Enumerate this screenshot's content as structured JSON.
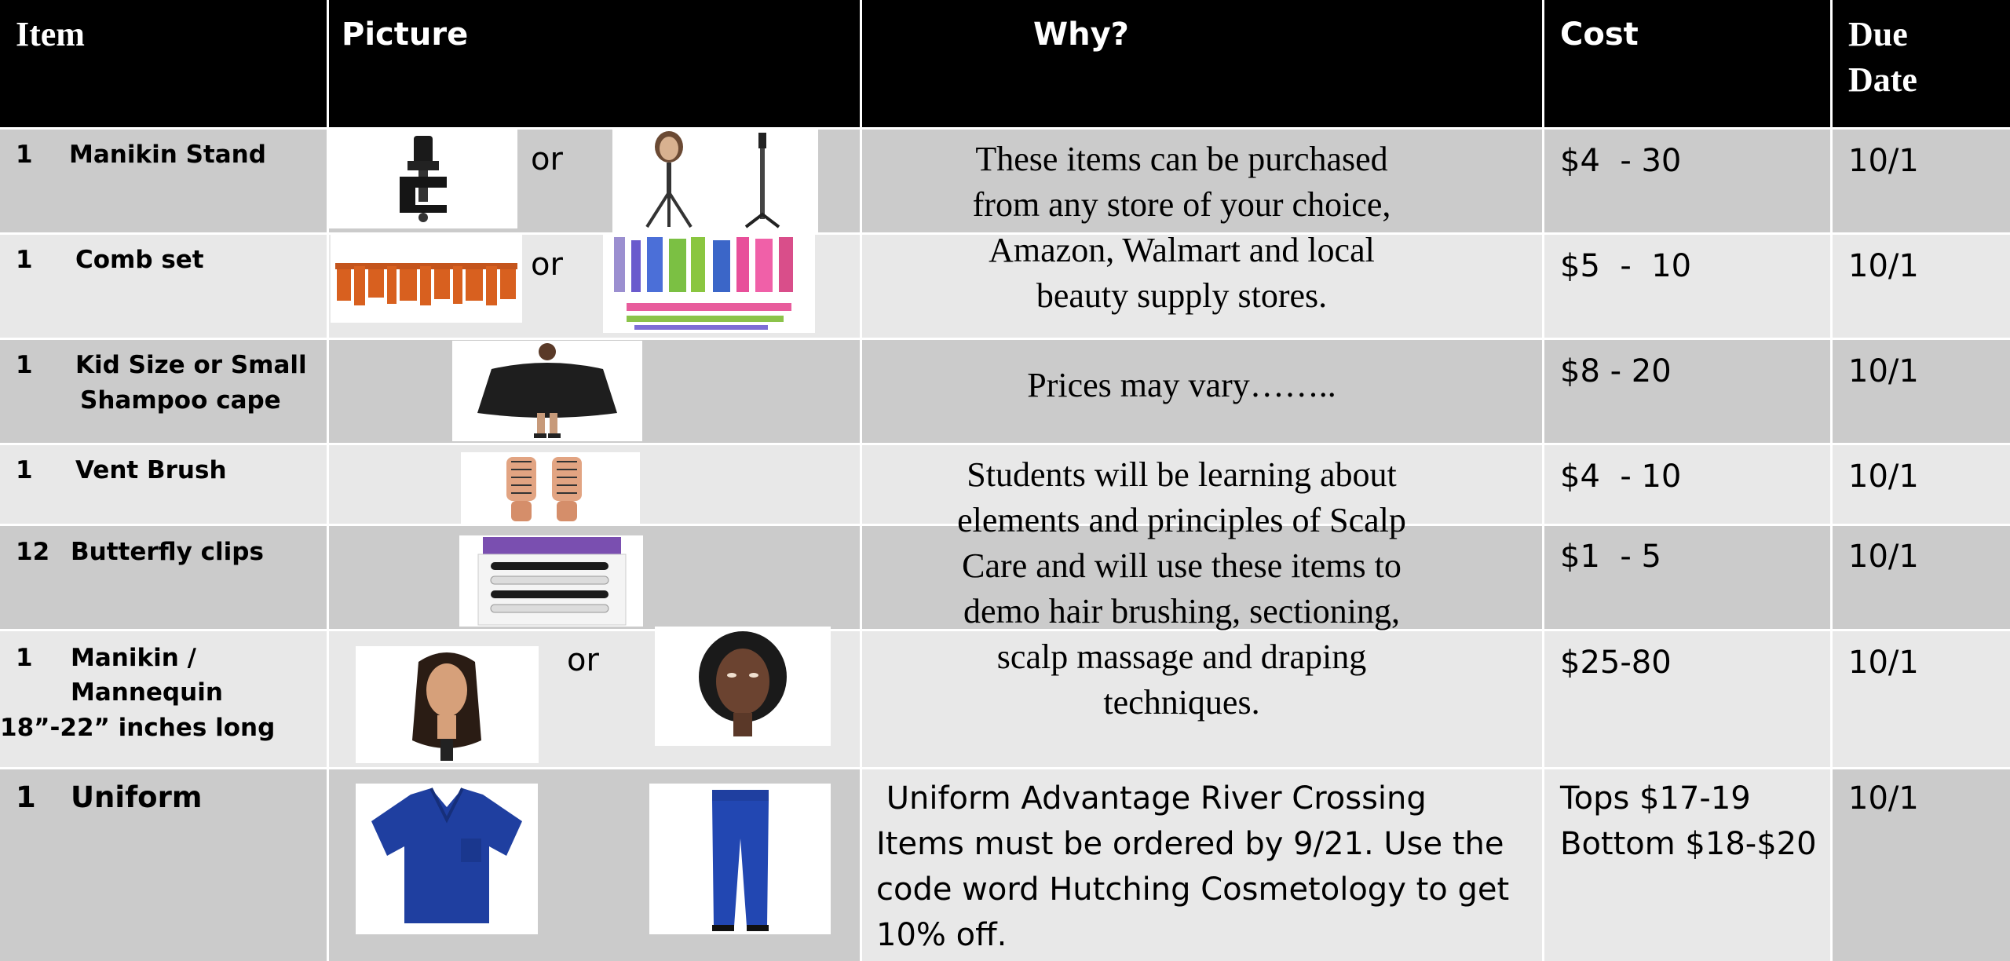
{
  "headers": {
    "item": "Item",
    "picture": "Picture",
    "why": "Why?",
    "cost": "Cost",
    "due_line1": "Due",
    "due_line2": "Date"
  },
  "rows": [
    {
      "qty": "1",
      "item": "Manikin Stand",
      "cost": "$4  - 30",
      "due": "10/1",
      "or": "or"
    },
    {
      "qty": "1",
      "item": "Comb set",
      "cost": "$5  -  10",
      "due": "10/1",
      "or": "or"
    },
    {
      "qty": "1",
      "item_line1": "Kid Size or Small",
      "item_line2": "Shampoo cape",
      "cost": "$8 - 20",
      "due": "10/1"
    },
    {
      "qty": "1",
      "item": "Vent Brush",
      "cost": "$4  - 10",
      "due": "10/1"
    },
    {
      "qty": "12",
      "item": "Butterfly clips",
      "cost": "$1  - 5",
      "due": "10/1"
    },
    {
      "qty": "1",
      "item_line1": "Manikin /",
      "item_line2": "Mannequin",
      "item_line3": "18”-22” inches long",
      "cost": "$25-80",
      "due": "10/1",
      "or": "or"
    },
    {
      "qty": "1",
      "item": "Uniform",
      "cost_line1": "Tops $17-19",
      "cost_line2": "Bottom $18-$20",
      "due": "10/1"
    }
  ],
  "why": {
    "purchase": [
      "These items can be purchased",
      "from any store of your choice,",
      "Amazon, Walmart and  local",
      "beauty supply stores."
    ],
    "prices": "Prices may vary……..",
    "learning": [
      "Students will be learning about",
      "elements and principles of Scalp",
      "Care and will use these items to",
      "demo hair brushing, sectioning,",
      "scalp massage and draping",
      "techniques."
    ],
    "uniform": [
      " Uniform Advantage River Crossing",
      "Items must be ordered by 9/21. Use the",
      "code word  Hutching Cosmetology to get",
      "10% off."
    ]
  },
  "images": {
    "manikin_stand_clamp": "table-clamp-stand-image",
    "manikin_stand_tripod": "tripod-stand-image",
    "comb_set_orange": "orange-comb-set-image",
    "comb_set_colorful": "colorful-comb-set-image",
    "shampoo_cape": "shampoo-cape-image",
    "vent_brush": "vent-brush-image",
    "butterfly_clips": "butterfly-clips-image",
    "manikin_head_1": "manikin-head-image",
    "manikin_head_2": "mannequin-head-image",
    "uniform_top": "scrub-top-image",
    "uniform_bottom": "scrub-pants-image"
  },
  "colors": {
    "header_bg": "#000000",
    "row_dark": "#cbcbcb",
    "row_light": "#e8e8e8",
    "scrub_blue": "#1f3fa0"
  }
}
